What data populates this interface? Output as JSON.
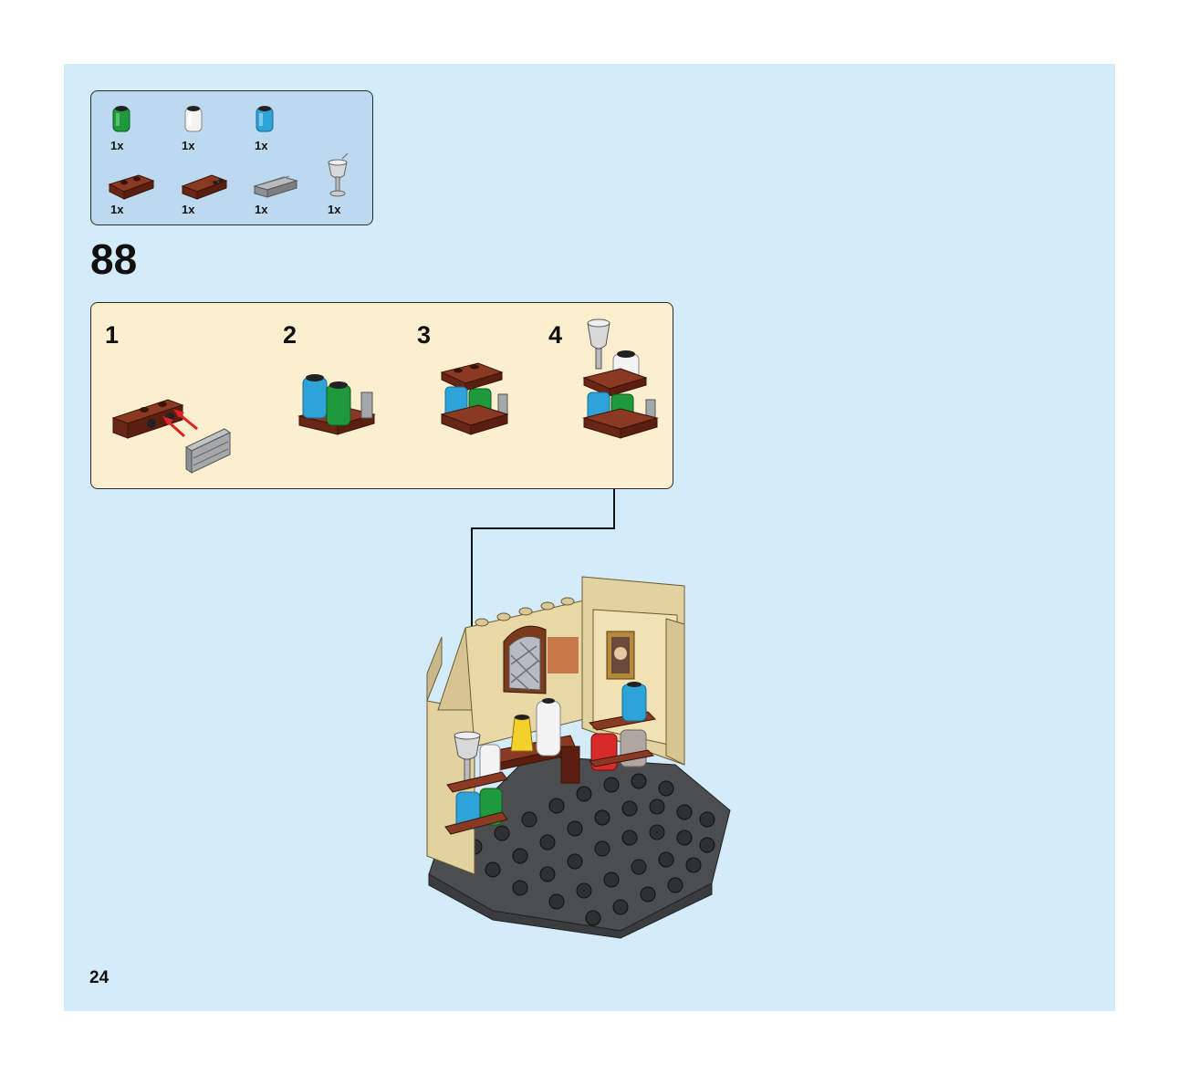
{
  "inventory": {
    "parts": [
      {
        "icon": "green-bottle-icon",
        "qty": "1x",
        "color": "#1e9a3c"
      },
      {
        "icon": "white-bottle-icon",
        "qty": "1x",
        "color": "#f2f2f2"
      },
      {
        "icon": "blue-bottle-icon",
        "qty": "1x",
        "color": "#2ea3d8"
      },
      {
        "icon": "brown-bracket-icon",
        "qty": "1x",
        "color": "#7a2f1a"
      },
      {
        "icon": "brown-bracket-icon",
        "qty": "1x",
        "color": "#7a2f1a"
      },
      {
        "icon": "grey-plate-icon",
        "qty": "1x",
        "color": "#a5a8aa"
      },
      {
        "icon": "goblet-icon",
        "qty": "1x",
        "color": "#cfcfcf"
      }
    ]
  },
  "step": {
    "number": "88",
    "substeps": [
      "1",
      "2",
      "3",
      "4"
    ]
  },
  "page_number": "24"
}
